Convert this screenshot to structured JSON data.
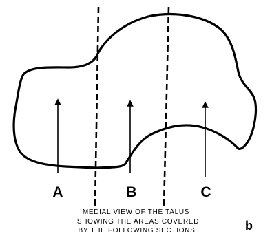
{
  "figure": {
    "section_labels": [
      "A",
      "B",
      "C"
    ],
    "caption_lines": [
      "MEDIAL VIEW OF THE TALUS",
      "SHOWING THE AREAS COVERED",
      "BY THE FOLLOWING SECTIONS"
    ],
    "panel_label": "b",
    "colors": {
      "ink": "#000000",
      "background": "#ffffff"
    }
  }
}
